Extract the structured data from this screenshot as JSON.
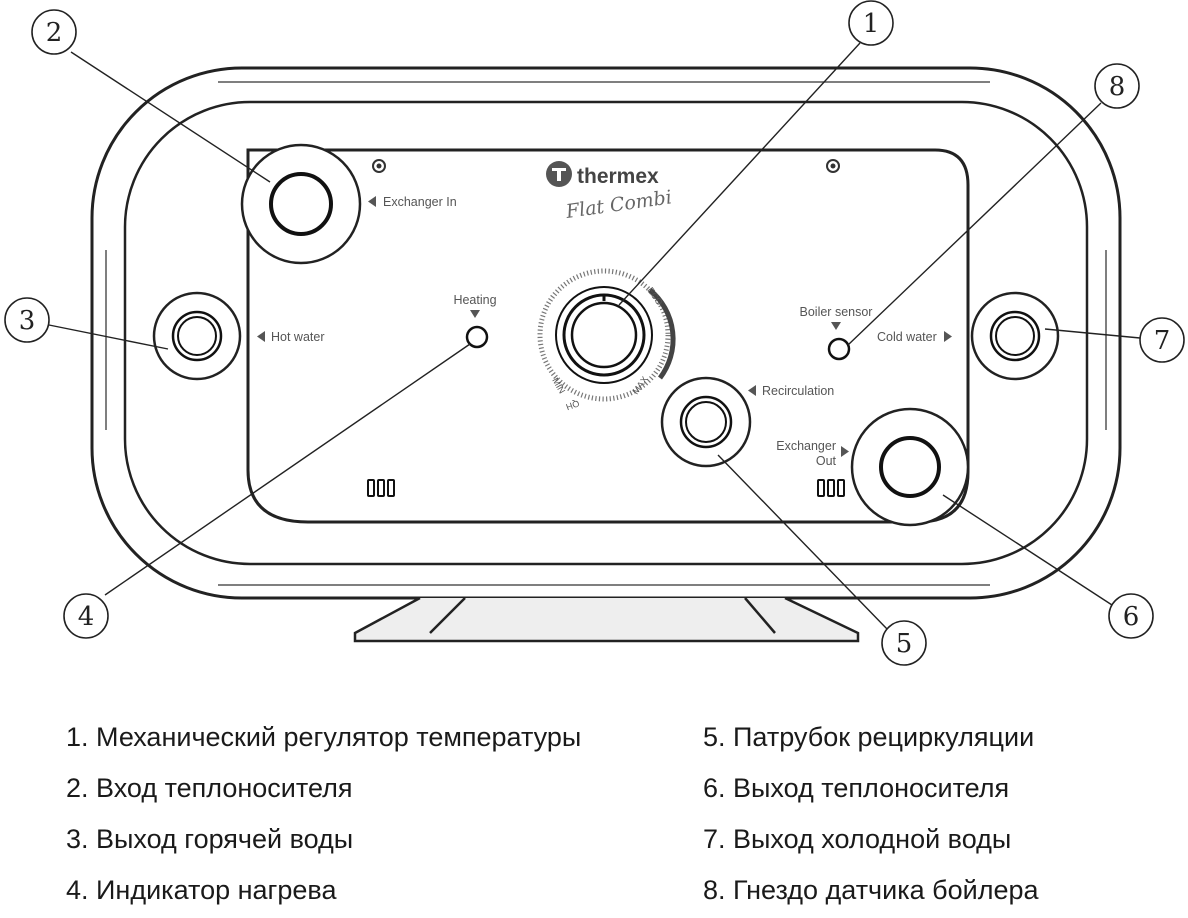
{
  "panel": {
    "brand": "thermex",
    "model": "Flat Combi",
    "labels": {
      "exchanger_in": "Exchanger In",
      "hot_water": "Hot water",
      "heating": "Heating",
      "boiler_sensor": "Boiler sensor",
      "cold_water": "Cold water",
      "recirculation": "Recirculation",
      "exchanger_out_line1": "Exchanger",
      "exchanger_out_line2": "Out"
    },
    "dial": {
      "min": "MIN",
      "max": "MAX",
      "eco": "ECO",
      "qh": "QH"
    }
  },
  "callouts": [
    "1",
    "2",
    "3",
    "4",
    "5",
    "6",
    "7",
    "8"
  ],
  "legend": {
    "left": [
      "1. Механический регулятор температуры",
      "2. Вход теплоносителя",
      "3. Выход горячей воды",
      "4. Индикатор нагрева"
    ],
    "right": [
      "5. Патрубок рециркуляции",
      "6. Выход теплоносителя",
      "7. Выход холодной воды",
      "8. Гнездо датчика бойлера"
    ]
  }
}
